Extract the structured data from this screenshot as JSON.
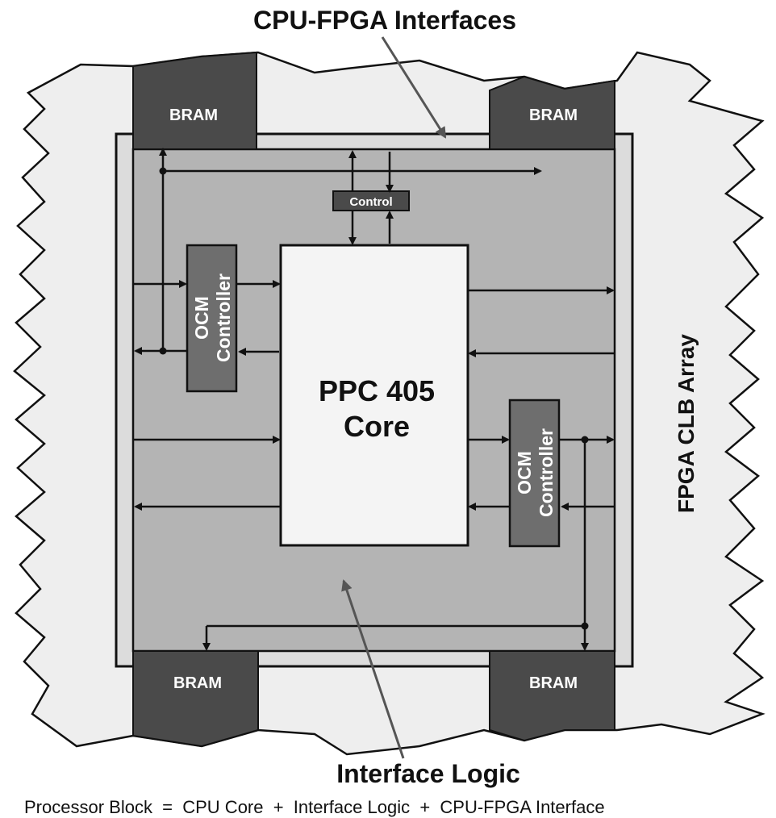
{
  "top_title": "CPU-FPGA Interfaces",
  "bram_label": "BRAM",
  "control_label": "Control",
  "core_label_line1": "PPC 405",
  "core_label_line2": "Core",
  "ocm_left": {
    "line1": "OCM",
    "line2": "Controller"
  },
  "ocm_right": {
    "line1": "OCM",
    "line2": "Controller"
  },
  "side_label": "FPGA CLB Array",
  "bottom_title": "Interface Logic",
  "equation": "Processor Block  =  CPU Core  +  Interface Logic  +  CPU-FPGA Interface",
  "colors": {
    "clb_fill": "#eeeeee",
    "interface_fill": "#dcdcdc",
    "logic_fill": "#b4b4b4",
    "bram_fill": "#4a4a4a",
    "ocm_fill": "#6e6e6e",
    "core_fill": "#f4f4f4",
    "line": "#111111"
  }
}
